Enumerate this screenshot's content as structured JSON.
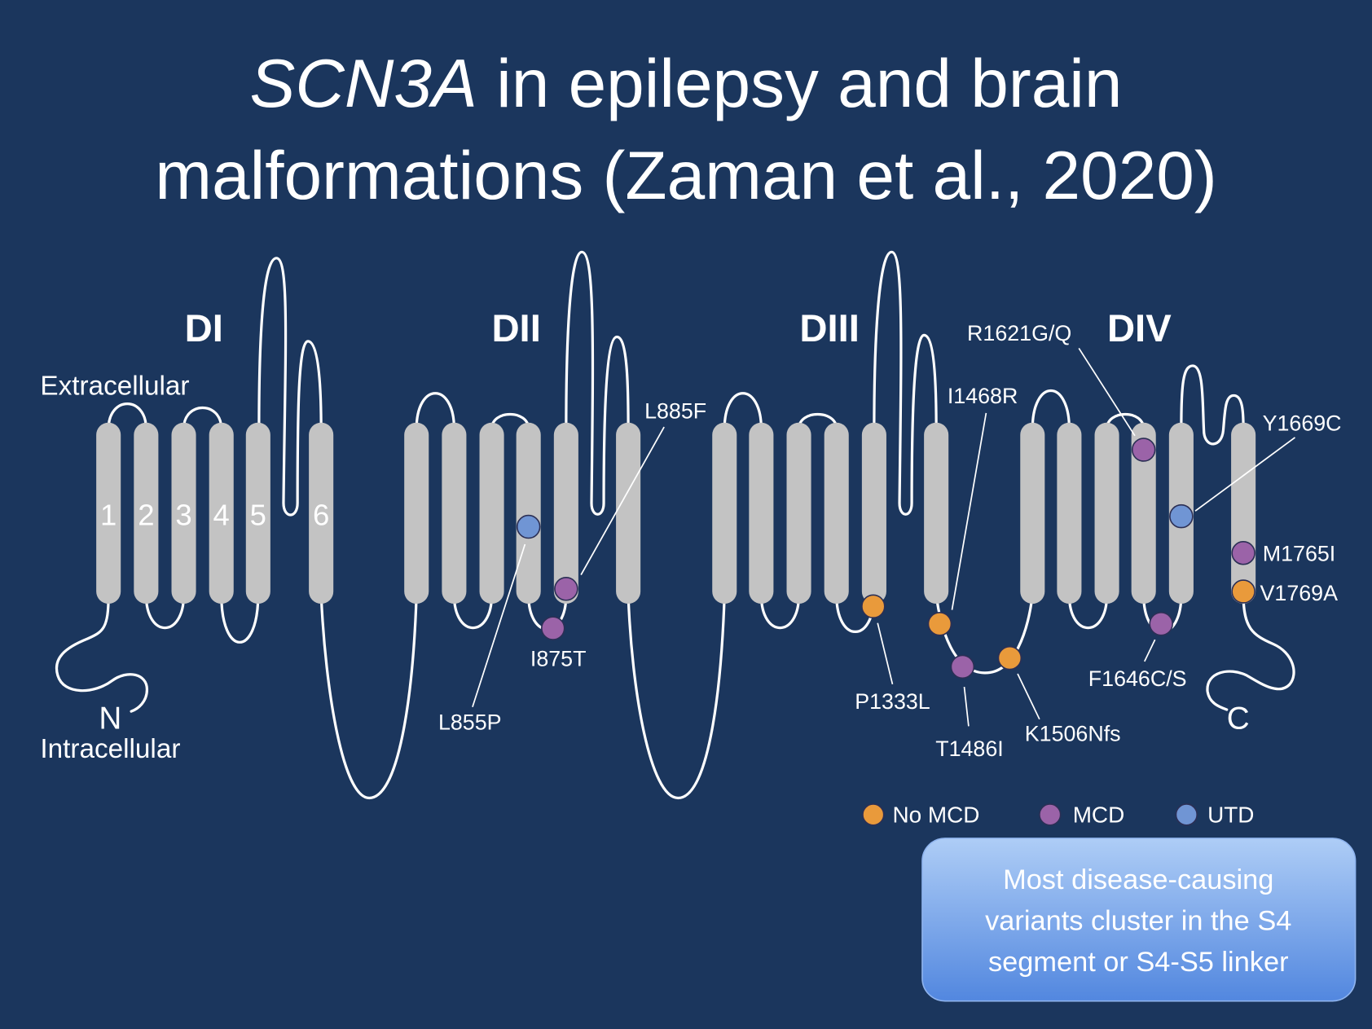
{
  "title": {
    "gene": "SCN3A",
    "line1_rest": " in epilepsy and brain",
    "line2": "malformations (Zaman et al., 2020)"
  },
  "colors": {
    "background": "#1b365d",
    "segment": "#c3c3c3",
    "loop": "#ffffff",
    "text": "#ffffff",
    "dot_outline": "#2b2f55"
  },
  "diagram": {
    "extracellular_label": "Extracellular",
    "intracellular_label": "Intracellular",
    "n_terminus": "N",
    "c_terminus": "C",
    "domains": [
      "DI",
      "DII",
      "DIII",
      "DIV"
    ],
    "segment_numbers": [
      "1",
      "2",
      "3",
      "4",
      "5",
      "6"
    ],
    "variants": [
      {
        "label": "L855P",
        "group": "UTD"
      },
      {
        "label": "L885F",
        "group": "MCD"
      },
      {
        "label": "I875T",
        "group": "MCD"
      },
      {
        "label": "P1333L",
        "group": "No MCD"
      },
      {
        "label": "I1468R",
        "group": "No MCD"
      },
      {
        "label": "T1486I",
        "group": "MCD"
      },
      {
        "label": "K1506Nfs",
        "group": "No MCD"
      },
      {
        "label": "R1621G/Q",
        "group": "MCD"
      },
      {
        "label": "Y1669C",
        "group": "UTD"
      },
      {
        "label": "F1646C/S",
        "group": "MCD"
      },
      {
        "label": "M1765I",
        "group": "MCD"
      },
      {
        "label": "V1769A",
        "group": "No MCD"
      }
    ]
  },
  "legend": [
    {
      "label": "No MCD",
      "color": "#e99a3b"
    },
    {
      "label": "MCD",
      "color": "#9b63a8"
    },
    {
      "label": "UTD",
      "color": "#7095d4"
    }
  ],
  "callout": {
    "lines": [
      "Most disease-causing",
      "variants cluster in the S4",
      "segment or S4-S5 linker"
    ],
    "gradient_top": "#aecdf6",
    "gradient_bottom": "#5287df"
  }
}
